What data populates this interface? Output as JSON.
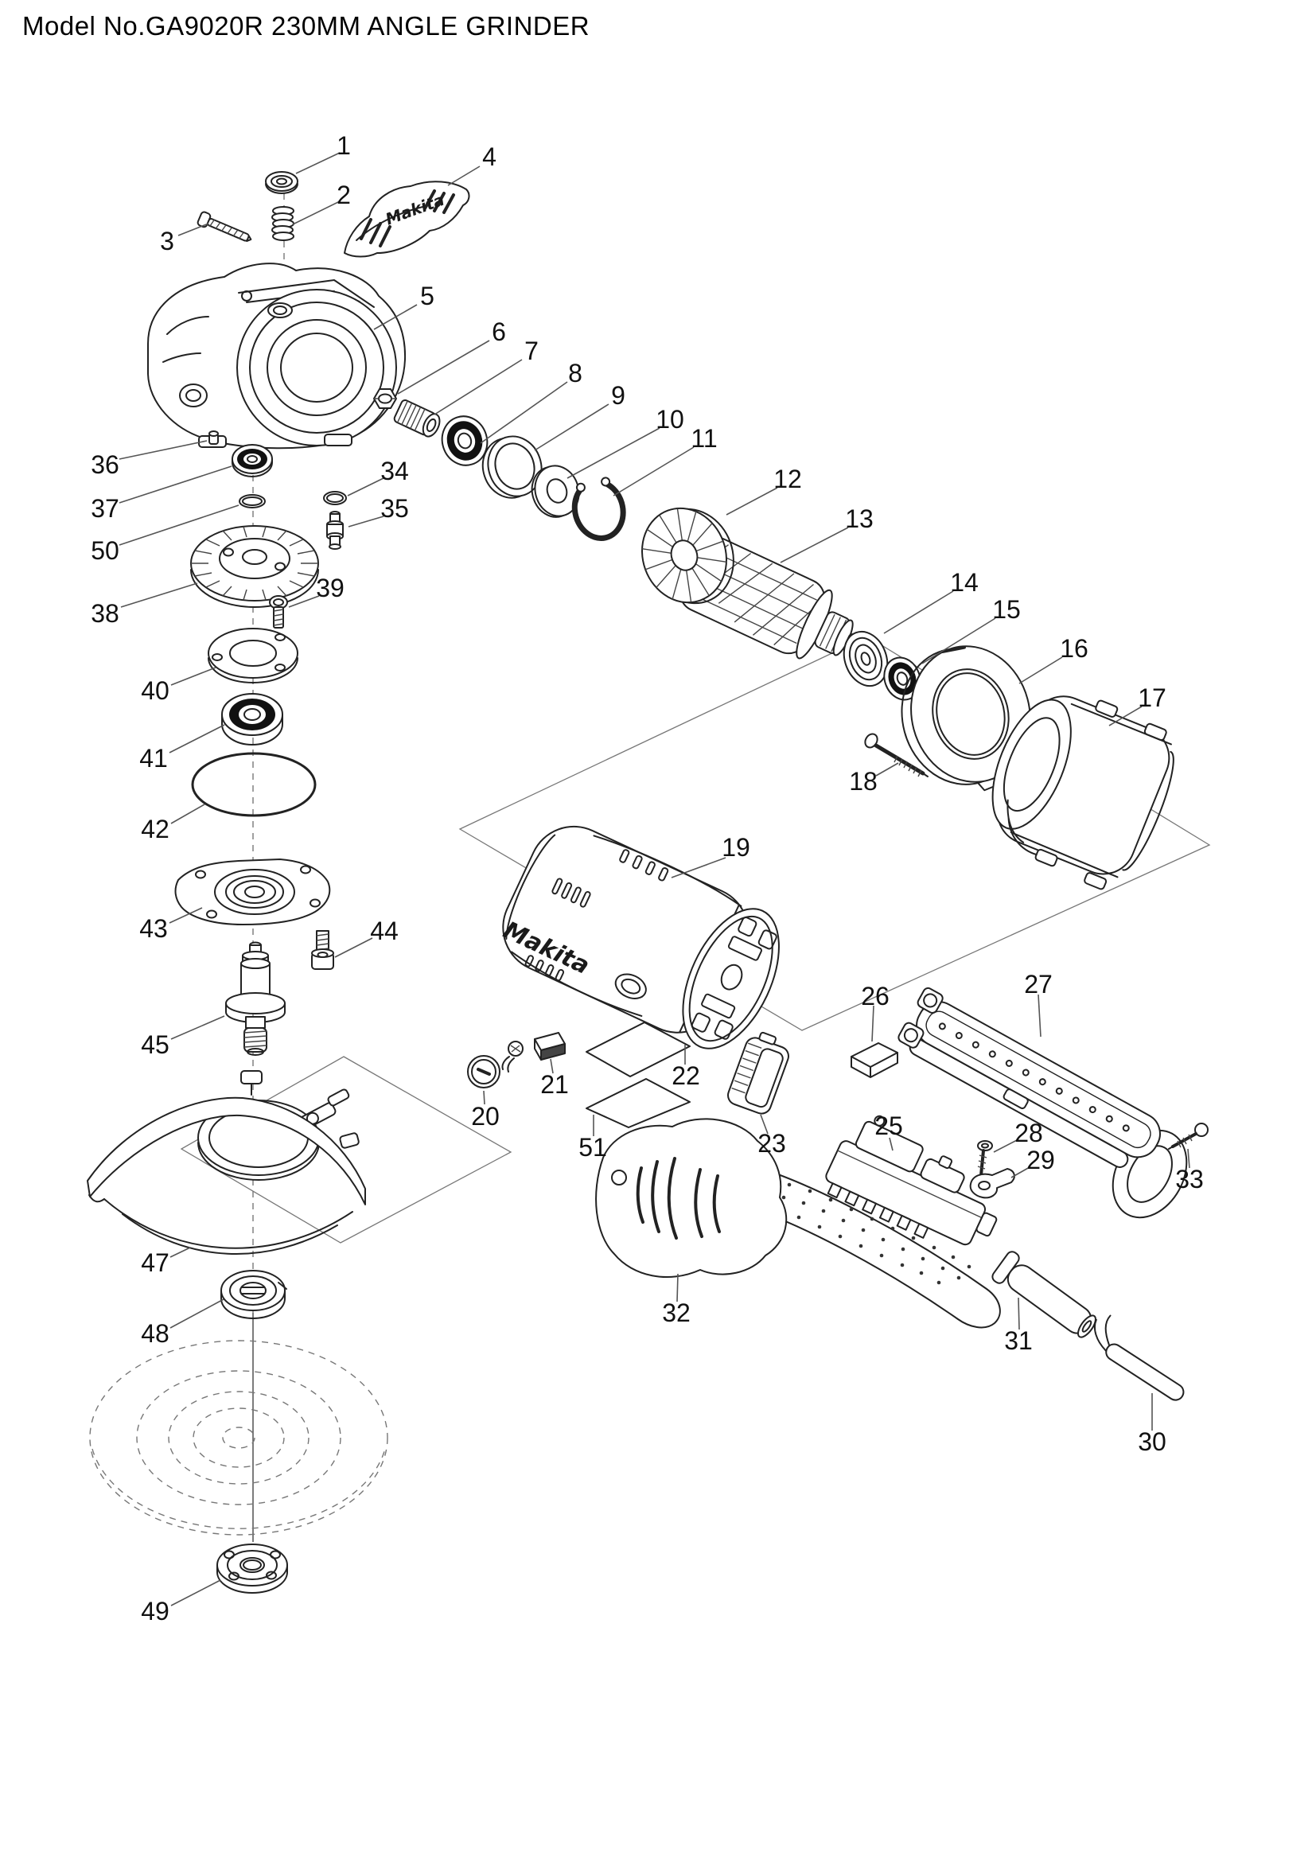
{
  "title": "Model No.GA9020R 230MM ANGLE GRINDER",
  "logos": {
    "handle_cover": "Makita",
    "motor_housing": "Makita"
  },
  "parts": {
    "p1": "1",
    "p2": "2",
    "p3": "3",
    "p4": "4",
    "p5": "5",
    "p6": "6",
    "p7": "7",
    "p8": "8",
    "p9": "9",
    "p10": "10",
    "p11": "11",
    "p12": "12",
    "p13": "13",
    "p14": "14",
    "p15": "15",
    "p16": "16",
    "p17": "17",
    "p18": "18",
    "p19": "19",
    "p20": "20",
    "p21": "21",
    "p22": "22",
    "p23": "23",
    "p25": "25",
    "p26": "26",
    "p27": "27",
    "p28": "28",
    "p29": "29",
    "p30": "30",
    "p31": "31",
    "p32": "32",
    "p33": "33",
    "p34": "34",
    "p35": "35",
    "p36": "36",
    "p37": "37",
    "p38": "38",
    "p39": "39",
    "p40": "40",
    "p41": "41",
    "p42": "42",
    "p43": "43",
    "p44": "44",
    "p45": "45",
    "p47": "47",
    "p48": "48",
    "p49": "49",
    "p50": "50",
    "p51": "51"
  }
}
